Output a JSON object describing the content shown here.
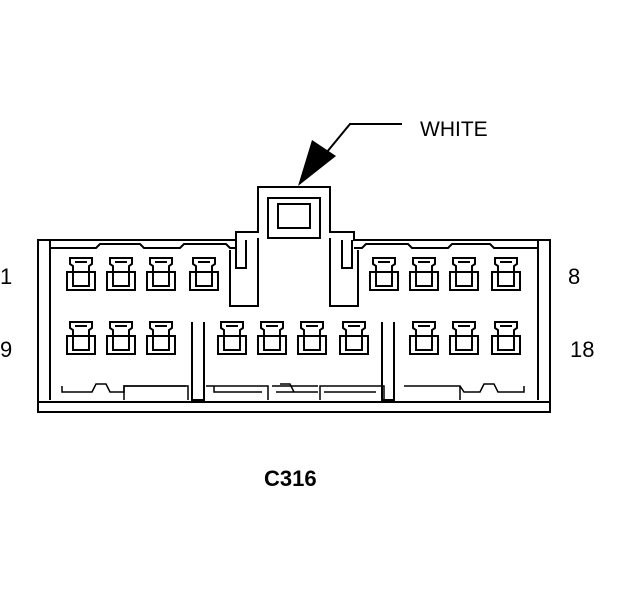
{
  "connector": {
    "name": "C316",
    "color_label": "WHITE",
    "pin_labels": {
      "top_left": "1",
      "top_right": "8",
      "bottom_left": "9",
      "bottom_right": "18"
    }
  }
}
